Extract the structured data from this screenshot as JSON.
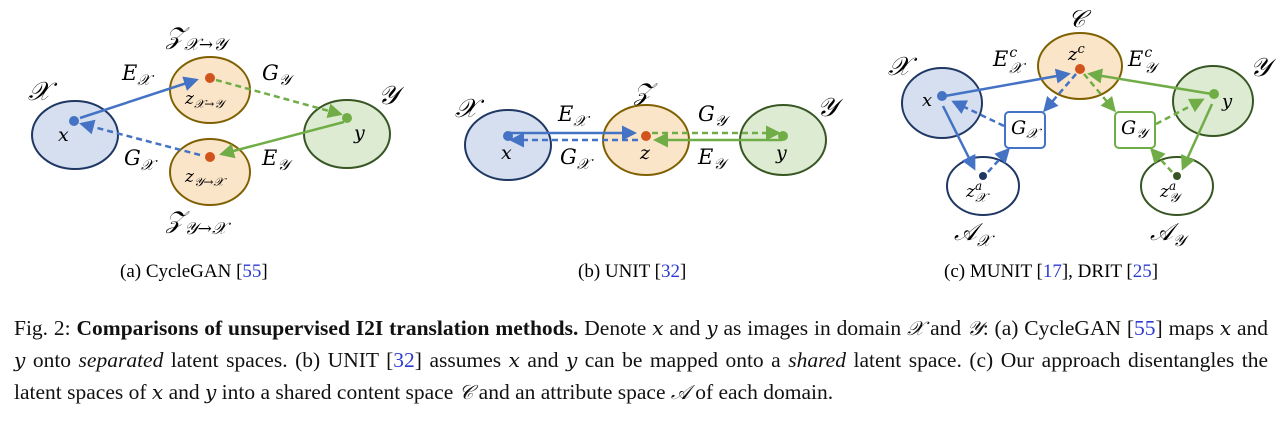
{
  "panels": {
    "a": {
      "name_prefix": "(a) CycleGAN [",
      "name_ref": "55",
      "name_suffix": "]",
      "domain_x": "𝒳",
      "domain_y": "𝒴",
      "node_x": "x",
      "node_y": "y",
      "node_zxy": "z",
      "node_zxy_sub": "𝒳→𝒴",
      "node_zyx": "z",
      "node_zyx_sub": "𝒴→𝒳",
      "space_top": "𝒵",
      "space_top_sub": "𝒳→𝒴",
      "space_bottom": "𝒵",
      "space_bottom_sub": "𝒴→𝒳",
      "enc_x": "E",
      "enc_x_sub": "𝒳",
      "gen_y": "G",
      "gen_y_sub": "𝒴",
      "gen_x": "G",
      "gen_x_sub": "𝒳",
      "enc_y": "E",
      "enc_y_sub": "𝒴"
    },
    "b": {
      "name_prefix": "(b) UNIT [",
      "name_ref": "32",
      "name_suffix": "]",
      "domain_x": "𝒳",
      "domain_y": "𝒴",
      "space": "𝒵",
      "node_x": "x",
      "node_y": "y",
      "node_z": "z",
      "enc_x": "E",
      "enc_x_sub": "𝒳",
      "gen_y": "G",
      "gen_y_sub": "𝒴",
      "gen_x": "G",
      "gen_x_sub": "𝒳",
      "enc_y": "E",
      "enc_y_sub": "𝒴"
    },
    "c": {
      "name_prefix": "(c) MUNIT [",
      "name_ref1": "17",
      "name_mid": "], DRIT [",
      "name_ref2": "25",
      "name_suffix": "]",
      "domain_x": "𝒳",
      "domain_y": "𝒴",
      "content_space": "𝒞",
      "node_x": "x",
      "node_y": "y",
      "node_zc": "z",
      "node_zc_sup": "c",
      "enc_cx": "E",
      "enc_cx_sup": "c",
      "enc_cx_sub": "𝒳",
      "enc_cy": "E",
      "enc_cy_sup": "c",
      "enc_cy_sub": "𝒴",
      "gen_x": "G",
      "gen_x_sub": "𝒳",
      "gen_y": "G",
      "gen_y_sub": "𝒴",
      "attr_x": "z",
      "attr_x_sup": "a",
      "attr_x_sub": "𝒳",
      "attr_y": "z",
      "attr_y_sup": "a",
      "attr_y_sub": "𝒴",
      "attr_space_x": "𝒜",
      "attr_space_x_sub": "𝒳",
      "attr_space_y": "𝒜",
      "attr_space_y_sub": "𝒴"
    }
  },
  "caption": {
    "fig": "Fig. 2: ",
    "title": "Comparisons of unsupervised I2I translation methods.",
    "t1": " Denote ",
    "x": "x",
    "t2": " and ",
    "y": "y",
    "t3": " as images in domain ",
    "X": "𝒳",
    "t4": " and ",
    "Y": "𝒴",
    "t5": ": (a) CycleGAN [",
    "r55": "55",
    "t6": "] maps ",
    "t7": " and ",
    "t8": " onto ",
    "separated": "separated",
    "t9": " latent spaces. (b) UNIT [",
    "r32": "32",
    "t10": "] assumes ",
    "t11": " and ",
    "t12": " can be mapped onto a ",
    "shared": "shared",
    "t13": " latent space. (c) Our approach disentangles the latent spaces of ",
    "t14": " and ",
    "t15": " into a shared content space ",
    "C": "𝒞",
    "t16": " and an attribute space ",
    "A": "𝒜",
    "t17": " of each domain."
  },
  "colors": {
    "blue_fill": "#d5dff0",
    "blue_stroke": "#1f3763",
    "blue_arrow": "#4472c4",
    "orange_fill": "#fbe5c8",
    "orange_stroke": "#7f6000",
    "orange_dot": "#d0541c",
    "green_fill": "#dcebd2",
    "green_stroke": "#375623",
    "green_arrow": "#70ad47",
    "dark_dot": "#1f3763",
    "ref_blue": "#2b3bd1"
  }
}
